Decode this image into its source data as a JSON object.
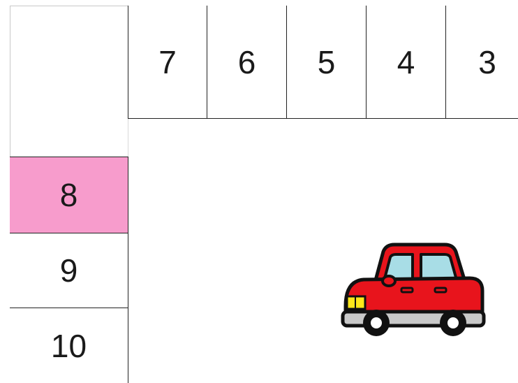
{
  "top_row": [
    {
      "label": "7"
    },
    {
      "label": "6"
    },
    {
      "label": "5"
    },
    {
      "label": "4"
    },
    {
      "label": "3"
    }
  ],
  "left_column": [
    {
      "label": "8",
      "highlighted": true
    },
    {
      "label": "9",
      "highlighted": false
    },
    {
      "label": "10",
      "highlighted": false
    }
  ],
  "colors": {
    "highlight": "#f79ccc",
    "car_body": "#e8141c",
    "car_window": "#a8dde6",
    "car_bumper": "#c9c9c9",
    "car_headlight": "#ffe81a"
  },
  "car": {
    "icon": "red-car-icon"
  }
}
